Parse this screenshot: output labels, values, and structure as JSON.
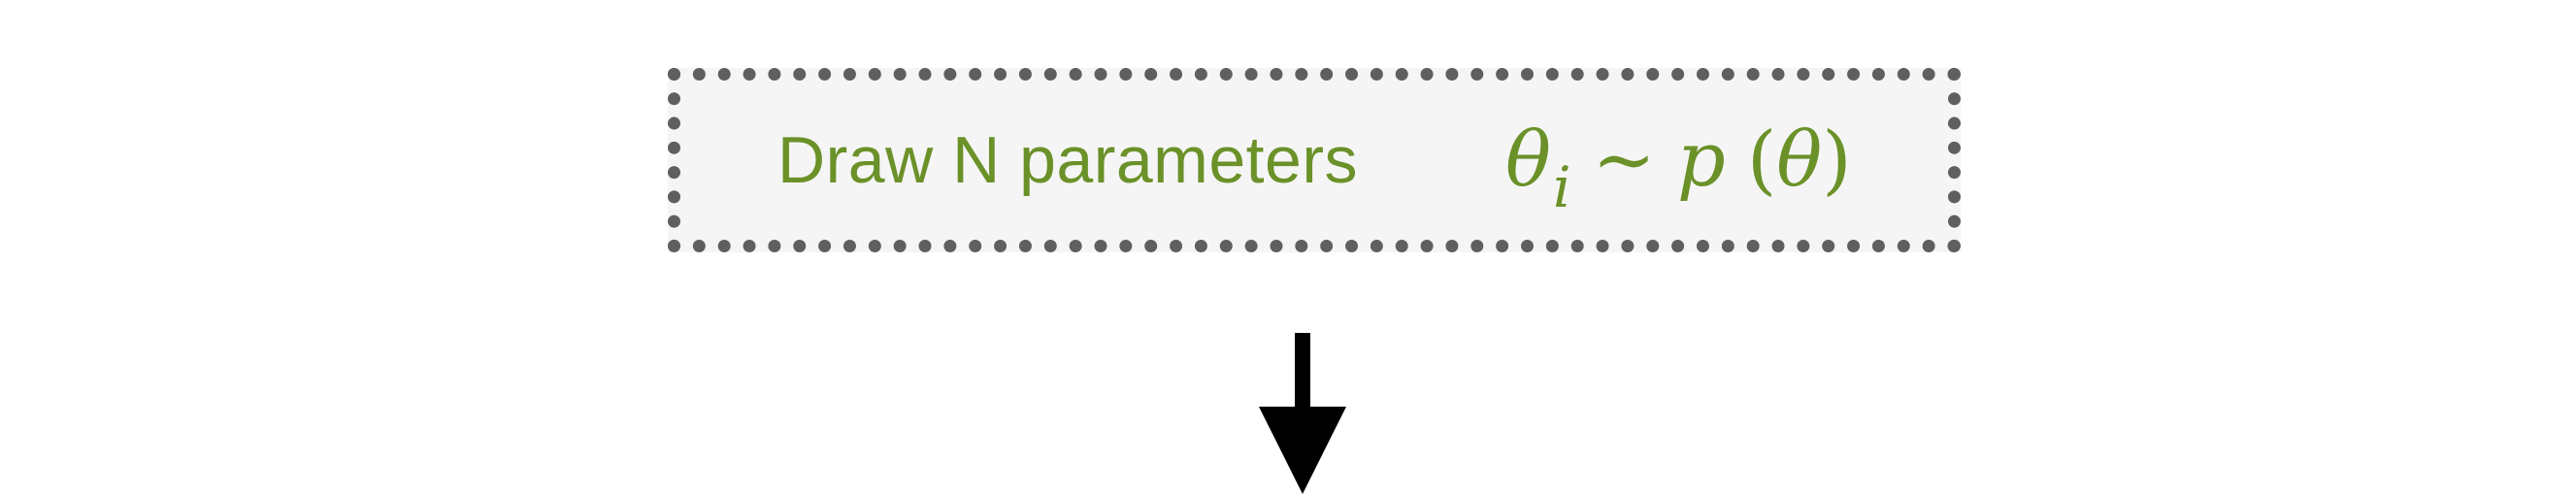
{
  "step": {
    "label": "Draw N parameters",
    "formula": {
      "lhs_symbol": "θ",
      "lhs_subscript": "i",
      "relation": "∼",
      "function": "p",
      "open_paren": "(",
      "argument": "θ",
      "close_paren": ")"
    }
  },
  "colors": {
    "text": "#6b9129",
    "box_fill": "#f5f5f5",
    "box_border": "#5f5f5f",
    "arrow": "#000000"
  }
}
